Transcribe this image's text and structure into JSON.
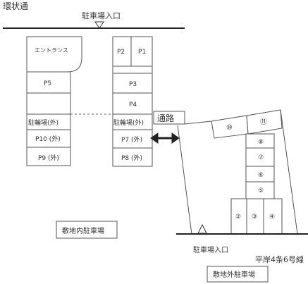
{
  "labels": {
    "street": "環状通",
    "entrance_top": "駐車場入口",
    "entrance_hall": "エントランス",
    "p1": "P1",
    "p2": "P2",
    "p3": "P3",
    "p4": "P4",
    "p5": "P5",
    "bike_left": "駐輪場(外)",
    "bike_right": "駐輪場(外)",
    "p7": "P7 (外)",
    "p8": "P8 (外)",
    "p9": "P9 (外)",
    "p10": "P10 (外)",
    "passage": "通路",
    "onsite_parking": "敷地内駐車場",
    "entrance_bottom": "駐車場入口",
    "road_bottom": "平岸4条6号線",
    "offsite_parking": "敷地外駐車場",
    "s2": "②",
    "s3": "③",
    "s4": "④",
    "s5": "⑤",
    "s6": "⑥",
    "s7": "⑦",
    "s8": "⑧",
    "s10": "⑩",
    "s11": "⑪"
  },
  "colors": {
    "line": "#333333",
    "dashed": "#777777",
    "background": "#ffffff"
  }
}
